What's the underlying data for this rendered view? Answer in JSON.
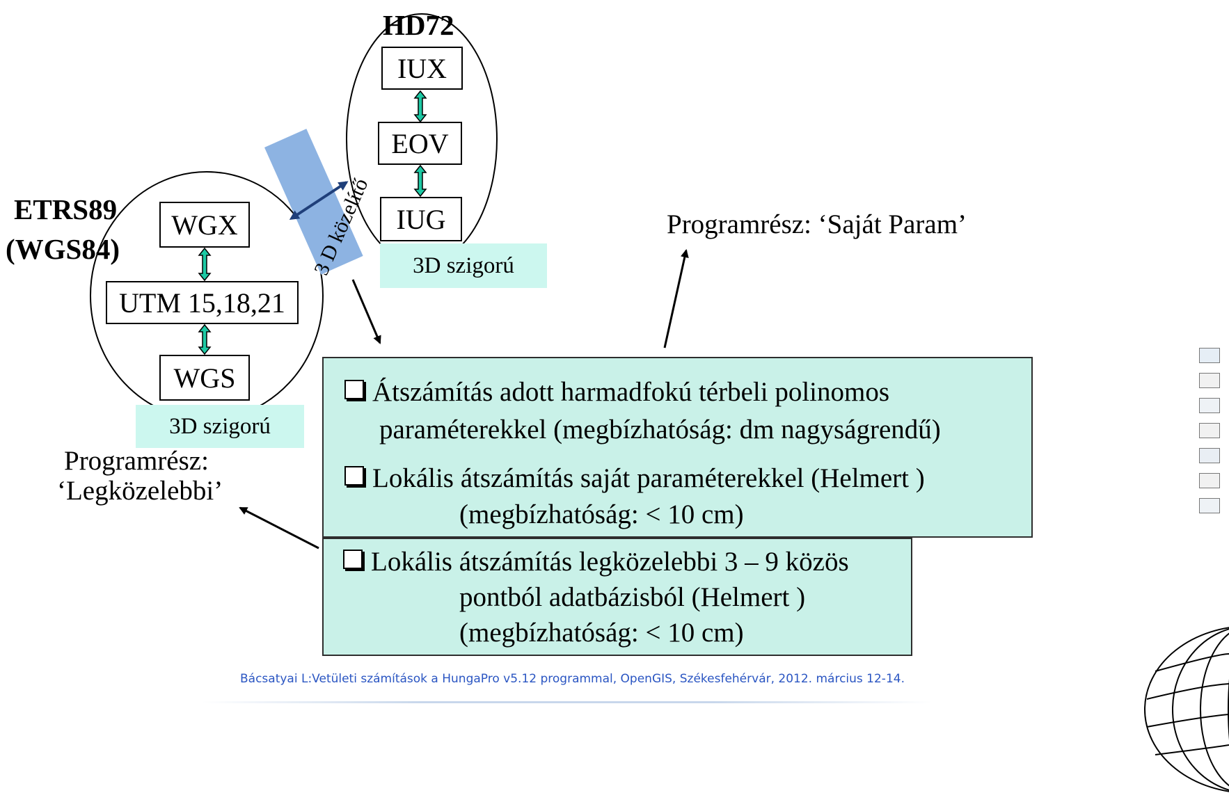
{
  "groups": {
    "hd72": {
      "title": "HD72",
      "items": [
        "IUX",
        "EOV",
        "IUG"
      ],
      "tag": "3D szigorú"
    },
    "etrs89": {
      "title_line1": "ETRS89",
      "title_line2": "(WGS84)",
      "items": [
        "WGX",
        "UTM 15,18,21",
        "WGS"
      ],
      "tag": "3D szigorú"
    }
  },
  "link_label": "3 D közelítő",
  "programs": {
    "sajat": "Programrész:  ‘Saját Param’",
    "legkozelebbi_line1": "Programrész:",
    "legkozelebbi_line2": "‘Legközelebbi’"
  },
  "panel_main": {
    "item1_line1": "Átszámítás adott harmadfokú térbeli polinomos",
    "item1_line2": "paraméterekkel (megbízhatóság: dm nagyságrendű)",
    "item2_line1": "Lokális átszámítás saját paraméterekkel (Helmert )",
    "item2_line2": "(megbízhatóság:  < 10 cm)"
  },
  "panel_bottom": {
    "line1": "Lokális átszámítás legközelebbi 3 – 9 közös",
    "line2": "pontból adatbázisból (Helmert )",
    "line3": "(megbízhatóság:  < 10 cm)"
  },
  "footer": "Bácsatyai L:Vetületi számítások a HungaPro v5.12 programmal, OpenGIS, Székesfehérvár, 2012. március 12-14.",
  "colors": {
    "tag_bg": "#ccf7ef",
    "panel_bg": "#c9f1e8",
    "link_blue": "#8db3e2",
    "arrow_teal": "#1cc9a4",
    "footer_blue": "#2a55c2"
  }
}
